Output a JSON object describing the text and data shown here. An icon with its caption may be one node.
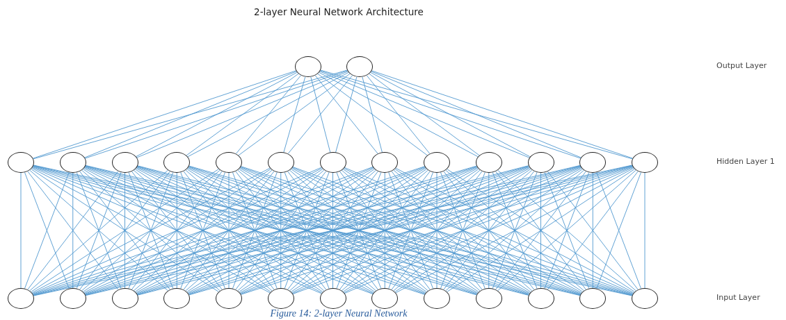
{
  "diagram": {
    "title": "2-layer Neural Network Architecture",
    "caption": "Figure 14: 2-layer Neural Network",
    "nodes": [
      {
        "text": [],
        "shape": "circle"
      },
      {
        "text": [],
        "shape": "circle"
      },
      {
        "text": [],
        "shape": "circle"
      },
      {
        "text": [],
        "shape": "circle"
      },
      {
        "text": [],
        "shape": "circle"
      },
      {
        "text": [],
        "shape": "circle"
      },
      {
        "text": [],
        "shape": "circle"
      },
      {
        "text": [],
        "shape": "circle"
      },
      {
        "text": [],
        "shape": "circle"
      },
      {
        "text": [],
        "shape": "circle"
      },
      {
        "text": [],
        "shape": "circle"
      },
      {
        "text": [],
        "shape": "circle"
      },
      {
        "text": [],
        "shape": "circle"
      },
      {
        "text": [],
        "shape": "circle"
      },
      {
        "text": [],
        "shape": "circle"
      },
      {
        "text": [],
        "shape": "circle"
      },
      {
        "text": [],
        "shape": "circle"
      },
      {
        "text": [],
        "shape": "circle"
      },
      {
        "text": [],
        "shape": "circle"
      },
      {
        "text": [],
        "shape": "circle"
      },
      {
        "text": [],
        "shape": "circle"
      },
      {
        "text": [],
        "shape": "circle"
      },
      {
        "text": [],
        "shape": "circle"
      },
      {
        "text": [],
        "shape": "circle"
      },
      {
        "text": [],
        "shape": "circle"
      },
      {
        "text": [],
        "shape": "circle"
      },
      {
        "text": [],
        "shape": "circle"
      },
      {
        "text": [],
        "shape": "circle"
      }
    ],
    "edges": [
      {
        "from": 2,
        "to": 0,
        "arrow": "none"
      },
      {
        "from": 2,
        "to": 1,
        "arrow": "none"
      },
      {
        "from": 3,
        "to": 0,
        "arrow": "none"
      },
      {
        "from": 3,
        "to": 1,
        "arrow": "none"
      },
      {
        "from": 4,
        "to": 0,
        "arrow": "none"
      },
      {
        "from": 4,
        "to": 1,
        "arrow": "none"
      },
      {
        "from": 5,
        "to": 0,
        "arrow": "none"
      },
      {
        "from": 5,
        "to": 1,
        "arrow": "none"
      },
      {
        "from": 6,
        "to": 0,
        "arrow": "none"
      },
      {
        "from": 6,
        "to": 1,
        "arrow": "none"
      },
      {
        "from": 7,
        "to": 0,
        "arrow": "none"
      },
      {
        "from": 7,
        "to": 1,
        "arrow": "none"
      },
      {
        "from": 8,
        "to": 0,
        "arrow": "none"
      },
      {
        "from": 8,
        "to": 1,
        "arrow": "none"
      },
      {
        "from": 9,
        "to": 0,
        "arrow": "none"
      },
      {
        "from": 9,
        "to": 1,
        "arrow": "none"
      },
      {
        "from": 10,
        "to": 0,
        "arrow": "none"
      },
      {
        "from": 10,
        "to": 1,
        "arrow": "none"
      },
      {
        "from": 11,
        "to": 0,
        "arrow": "none"
      },
      {
        "from": 11,
        "to": 1,
        "arrow": "none"
      },
      {
        "from": 12,
        "to": 0,
        "arrow": "none"
      },
      {
        "from": 12,
        "to": 1,
        "arrow": "none"
      },
      {
        "from": 13,
        "to": 0,
        "arrow": "none"
      },
      {
        "from": 13,
        "to": 1,
        "arrow": "none"
      },
      {
        "from": 14,
        "to": 0,
        "arrow": "none"
      },
      {
        "from": 14,
        "to": 1,
        "arrow": "none"
      },
      {
        "from": 15,
        "to": 2,
        "arrow": "none"
      },
      {
        "from": 15,
        "to": 3,
        "arrow": "none"
      },
      {
        "from": 15,
        "to": 4,
        "arrow": "none"
      },
      {
        "from": 15,
        "to": 5,
        "arrow": "none"
      },
      {
        "from": 15,
        "to": 6,
        "arrow": "none"
      },
      {
        "from": 15,
        "to": 7,
        "arrow": "none"
      },
      {
        "from": 15,
        "to": 8,
        "arrow": "none"
      },
      {
        "from": 15,
        "to": 9,
        "arrow": "none"
      },
      {
        "from": 15,
        "to": 10,
        "arrow": "none"
      },
      {
        "from": 15,
        "to": 11,
        "arrow": "none"
      },
      {
        "from": 15,
        "to": 12,
        "arrow": "none"
      },
      {
        "from": 15,
        "to": 13,
        "arrow": "none"
      },
      {
        "from": 15,
        "to": 14,
        "arrow": "none"
      },
      {
        "from": 16,
        "to": 2,
        "arrow": "none"
      },
      {
        "from": 16,
        "to": 3,
        "arrow": "none"
      },
      {
        "from": 16,
        "to": 4,
        "arrow": "none"
      },
      {
        "from": 16,
        "to": 5,
        "arrow": "none"
      },
      {
        "from": 16,
        "to": 6,
        "arrow": "none"
      },
      {
        "from": 16,
        "to": 7,
        "arrow": "none"
      },
      {
        "from": 16,
        "to": 8,
        "arrow": "none"
      },
      {
        "from": 16,
        "to": 9,
        "arrow": "none"
      },
      {
        "from": 16,
        "to": 10,
        "arrow": "none"
      },
      {
        "from": 16,
        "to": 11,
        "arrow": "none"
      },
      {
        "from": 16,
        "to": 12,
        "arrow": "none"
      },
      {
        "from": 16,
        "to": 13,
        "arrow": "none"
      },
      {
        "from": 16,
        "to": 14,
        "arrow": "none"
      },
      {
        "from": 17,
        "to": 2,
        "arrow": "none"
      },
      {
        "from": 17,
        "to": 3,
        "arrow": "none"
      },
      {
        "from": 17,
        "to": 4,
        "arrow": "none"
      },
      {
        "from": 17,
        "to": 5,
        "arrow": "none"
      },
      {
        "from": 17,
        "to": 6,
        "arrow": "none"
      },
      {
        "from": 17,
        "to": 7,
        "arrow": "none"
      },
      {
        "from": 17,
        "to": 8,
        "arrow": "none"
      },
      {
        "from": 17,
        "to": 9,
        "arrow": "none"
      },
      {
        "from": 17,
        "to": 10,
        "arrow": "none"
      },
      {
        "from": 17,
        "to": 11,
        "arrow": "none"
      },
      {
        "from": 17,
        "to": 12,
        "arrow": "none"
      },
      {
        "from": 17,
        "to": 13,
        "arrow": "none"
      },
      {
        "from": 17,
        "to": 14,
        "arrow": "none"
      },
      {
        "from": 18,
        "to": 2,
        "arrow": "none"
      },
      {
        "from": 18,
        "to": 3,
        "arrow": "none"
      },
      {
        "from": 18,
        "to": 4,
        "arrow": "none"
      },
      {
        "from": 18,
        "to": 5,
        "arrow": "none"
      },
      {
        "from": 18,
        "to": 6,
        "arrow": "none"
      },
      {
        "from": 18,
        "to": 7,
        "arrow": "none"
      },
      {
        "from": 18,
        "to": 8,
        "arrow": "none"
      },
      {
        "from": 18,
        "to": 9,
        "arrow": "none"
      },
      {
        "from": 18,
        "to": 10,
        "arrow": "none"
      },
      {
        "from": 18,
        "to": 11,
        "arrow": "none"
      },
      {
        "from": 18,
        "to": 12,
        "arrow": "none"
      },
      {
        "from": 18,
        "to": 13,
        "arrow": "none"
      },
      {
        "from": 18,
        "to": 14,
        "arrow": "none"
      },
      {
        "from": 19,
        "to": 2,
        "arrow": "none"
      },
      {
        "from": 19,
        "to": 3,
        "arrow": "none"
      },
      {
        "from": 19,
        "to": 4,
        "arrow": "none"
      },
      {
        "from": 19,
        "to": 5,
        "arrow": "none"
      },
      {
        "from": 19,
        "to": 6,
        "arrow": "none"
      },
      {
        "from": 19,
        "to": 7,
        "arrow": "none"
      },
      {
        "from": 19,
        "to": 8,
        "arrow": "none"
      },
      {
        "from": 19,
        "to": 9,
        "arrow": "none"
      },
      {
        "from": 19,
        "to": 10,
        "arrow": "none"
      },
      {
        "from": 19,
        "to": 11,
        "arrow": "none"
      },
      {
        "from": 19,
        "to": 12,
        "arrow": "none"
      },
      {
        "from": 19,
        "to": 13,
        "arrow": "none"
      },
      {
        "from": 19,
        "to": 14,
        "arrow": "none"
      },
      {
        "from": 20,
        "to": 2,
        "arrow": "none"
      },
      {
        "from": 20,
        "to": 3,
        "arrow": "none"
      },
      {
        "from": 20,
        "to": 4,
        "arrow": "none"
      },
      {
        "from": 20,
        "to": 5,
        "arrow": "none"
      },
      {
        "from": 20,
        "to": 6,
        "arrow": "none"
      },
      {
        "from": 20,
        "to": 7,
        "arrow": "none"
      },
      {
        "from": 20,
        "to": 8,
        "arrow": "none"
      },
      {
        "from": 20,
        "to": 9,
        "arrow": "none"
      },
      {
        "from": 20,
        "to": 10,
        "arrow": "none"
      },
      {
        "from": 20,
        "to": 11,
        "arrow": "none"
      },
      {
        "from": 20,
        "to": 12,
        "arrow": "none"
      },
      {
        "from": 20,
        "to": 13,
        "arrow": "none"
      },
      {
        "from": 20,
        "to": 14,
        "arrow": "none"
      },
      {
        "from": 21,
        "to": 2,
        "arrow": "none"
      },
      {
        "from": 21,
        "to": 3,
        "arrow": "none"
      },
      {
        "from": 21,
        "to": 4,
        "arrow": "none"
      },
      {
        "from": 21,
        "to": 5,
        "arrow": "none"
      },
      {
        "from": 21,
        "to": 6,
        "arrow": "none"
      },
      {
        "from": 21,
        "to": 7,
        "arrow": "none"
      },
      {
        "from": 21,
        "to": 8,
        "arrow": "none"
      },
      {
        "from": 21,
        "to": 9,
        "arrow": "none"
      },
      {
        "from": 21,
        "to": 10,
        "arrow": "none"
      },
      {
        "from": 21,
        "to": 11,
        "arrow": "none"
      },
      {
        "from": 21,
        "to": 12,
        "arrow": "none"
      },
      {
        "from": 21,
        "to": 13,
        "arrow": "none"
      },
      {
        "from": 21,
        "to": 14,
        "arrow": "none"
      },
      {
        "from": 22,
        "to": 2,
        "arrow": "none"
      },
      {
        "from": 22,
        "to": 3,
        "arrow": "none"
      },
      {
        "from": 22,
        "to": 4,
        "arrow": "none"
      },
      {
        "from": 22,
        "to": 5,
        "arrow": "none"
      },
      {
        "from": 22,
        "to": 6,
        "arrow": "none"
      },
      {
        "from": 22,
        "to": 7,
        "arrow": "none"
      },
      {
        "from": 22,
        "to": 8,
        "arrow": "none"
      },
      {
        "from": 22,
        "to": 9,
        "arrow": "none"
      },
      {
        "from": 22,
        "to": 10,
        "arrow": "none"
      },
      {
        "from": 22,
        "to": 11,
        "arrow": "none"
      },
      {
        "from": 22,
        "to": 12,
        "arrow": "none"
      },
      {
        "from": 22,
        "to": 13,
        "arrow": "none"
      },
      {
        "from": 22,
        "to": 14,
        "arrow": "none"
      },
      {
        "from": 23,
        "to": 2,
        "arrow": "none"
      },
      {
        "from": 23,
        "to": 3,
        "arrow": "none"
      },
      {
        "from": 23,
        "to": 4,
        "arrow": "none"
      },
      {
        "from": 23,
        "to": 5,
        "arrow": "none"
      },
      {
        "from": 23,
        "to": 6,
        "arrow": "none"
      },
      {
        "from": 23,
        "to": 7,
        "arrow": "none"
      },
      {
        "from": 23,
        "to": 8,
        "arrow": "none"
      },
      {
        "from": 23,
        "to": 9,
        "arrow": "none"
      },
      {
        "from": 23,
        "to": 10,
        "arrow": "none"
      },
      {
        "from": 23,
        "to": 11,
        "arrow": "none"
      },
      {
        "from": 23,
        "to": 12,
        "arrow": "none"
      },
      {
        "from": 23,
        "to": 13,
        "arrow": "none"
      },
      {
        "from": 23,
        "to": 14,
        "arrow": "none"
      },
      {
        "from": 24,
        "to": 2,
        "arrow": "none"
      },
      {
        "from": 24,
        "to": 3,
        "arrow": "none"
      },
      {
        "from": 24,
        "to": 4,
        "arrow": "none"
      },
      {
        "from": 24,
        "to": 5,
        "arrow": "none"
      },
      {
        "from": 24,
        "to": 6,
        "arrow": "none"
      },
      {
        "from": 24,
        "to": 7,
        "arrow": "none"
      },
      {
        "from": 24,
        "to": 8,
        "arrow": "none"
      },
      {
        "from": 24,
        "to": 9,
        "arrow": "none"
      },
      {
        "from": 24,
        "to": 10,
        "arrow": "none"
      },
      {
        "from": 24,
        "to": 11,
        "arrow": "none"
      },
      {
        "from": 24,
        "to": 12,
        "arrow": "none"
      },
      {
        "from": 24,
        "to": 13,
        "arrow": "none"
      },
      {
        "from": 24,
        "to": 14,
        "arrow": "none"
      },
      {
        "from": 25,
        "to": 2,
        "arrow": "none"
      },
      {
        "from": 25,
        "to": 3,
        "arrow": "none"
      },
      {
        "from": 25,
        "to": 4,
        "arrow": "none"
      },
      {
        "from": 25,
        "to": 5,
        "arrow": "none"
      },
      {
        "from": 25,
        "to": 6,
        "arrow": "none"
      },
      {
        "from": 25,
        "to": 7,
        "arrow": "none"
      },
      {
        "from": 25,
        "to": 8,
        "arrow": "none"
      },
      {
        "from": 25,
        "to": 9,
        "arrow": "none"
      },
      {
        "from": 25,
        "to": 10,
        "arrow": "none"
      },
      {
        "from": 25,
        "to": 11,
        "arrow": "none"
      },
      {
        "from": 25,
        "to": 12,
        "arrow": "none"
      },
      {
        "from": 25,
        "to": 13,
        "arrow": "none"
      },
      {
        "from": 25,
        "to": 14,
        "arrow": "none"
      },
      {
        "from": 26,
        "to": 2,
        "arrow": "none"
      },
      {
        "from": 26,
        "to": 3,
        "arrow": "none"
      },
      {
        "from": 26,
        "to": 4,
        "arrow": "none"
      },
      {
        "from": 26,
        "to": 5,
        "arrow": "none"
      },
      {
        "from": 26,
        "to": 6,
        "arrow": "none"
      },
      {
        "from": 26,
        "to": 7,
        "arrow": "none"
      },
      {
        "from": 26,
        "to": 8,
        "arrow": "none"
      },
      {
        "from": 26,
        "to": 9,
        "arrow": "none"
      },
      {
        "from": 26,
        "to": 10,
        "arrow": "none"
      },
      {
        "from": 26,
        "to": 11,
        "arrow": "none"
      },
      {
        "from": 26,
        "to": 12,
        "arrow": "none"
      },
      {
        "from": 26,
        "to": 13,
        "arrow": "none"
      },
      {
        "from": 26,
        "to": 14,
        "arrow": "none"
      },
      {
        "from": 27,
        "to": 2,
        "arrow": "none"
      },
      {
        "from": 27,
        "to": 3,
        "arrow": "none"
      },
      {
        "from": 27,
        "to": 4,
        "arrow": "none"
      },
      {
        "from": 27,
        "to": 5,
        "arrow": "none"
      },
      {
        "from": 27,
        "to": 6,
        "arrow": "none"
      },
      {
        "from": 27,
        "to": 7,
        "arrow": "none"
      },
      {
        "from": 27,
        "to": 8,
        "arrow": "none"
      },
      {
        "from": 27,
        "to": 9,
        "arrow": "none"
      },
      {
        "from": 27,
        "to": 10,
        "arrow": "none"
      },
      {
        "from": 27,
        "to": 11,
        "arrow": "none"
      },
      {
        "from": 27,
        "to": 12,
        "arrow": "none"
      },
      {
        "from": 27,
        "to": 13,
        "arrow": "none"
      },
      {
        "from": 27,
        "to": 14,
        "arrow": "none"
      }
    ],
    "labels": [
      "Output Layer",
      "Hidden Layer 1",
      "Input Layer"
    ]
  }
}
